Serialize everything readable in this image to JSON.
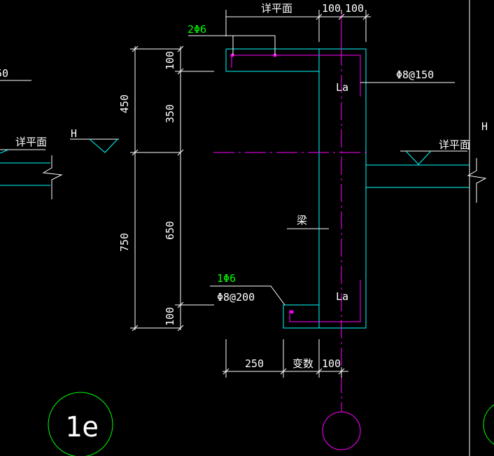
{
  "colors": {
    "background": "#000000",
    "dimension": "#ffffff",
    "outline": "#00ffff",
    "rebar": "#ff00ff",
    "rebar_label": "#00ff00",
    "text": "#ffffff"
  },
  "labels": {
    "top_detail": "详平面",
    "left_detail": "详平面",
    "right_detail": "详平面",
    "left_partial_value": "50",
    "h_left": "H",
    "h_right": "H",
    "top_bar": "2Φ6",
    "stirrup": "Φ8@150",
    "la_top": "La",
    "la_bottom": "La",
    "beam": "梁",
    "bottom_bar": "1Φ6",
    "bottom_stirrup": "Φ8@200",
    "axis_left": "1e"
  },
  "dimensions": {
    "top_100_a": "100",
    "top_100_b": "100",
    "left_450": "450",
    "left_750": "750",
    "inner_100_top": "100",
    "inner_350": "350",
    "inner_650": "650",
    "inner_100_bottom": "100",
    "bottom_250": "250",
    "bottom_variable": "变数",
    "bottom_100": "100"
  }
}
